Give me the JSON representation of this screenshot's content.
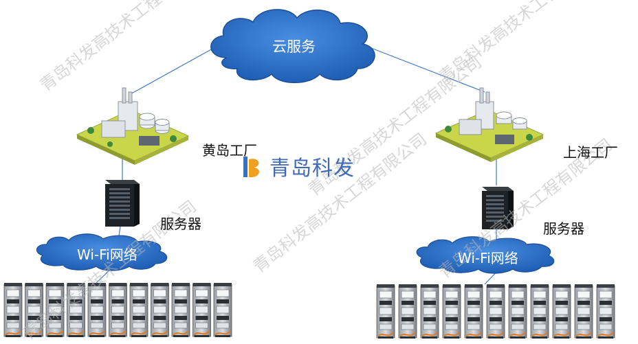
{
  "cloud": {
    "label": "云服务",
    "color": "#2e6fc4"
  },
  "factories": [
    {
      "label": "黄岛工厂"
    },
    {
      "label": "上海工厂"
    }
  ],
  "servers": [
    {
      "label": "服务器"
    },
    {
      "label": "服务器"
    }
  ],
  "networks": [
    {
      "label": "Wi-Fi网络"
    },
    {
      "label": "Wi-Fi网络"
    }
  ],
  "logo": {
    "text": "青岛科发",
    "color": "#4169b8"
  },
  "watermark": "青岛科发高技术工程有限公司"
}
